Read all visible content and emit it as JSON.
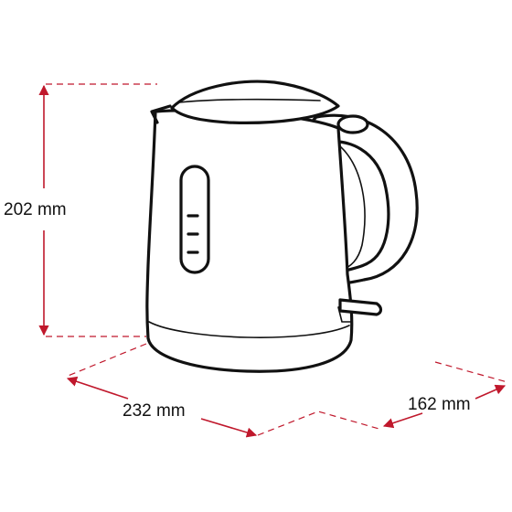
{
  "dimensions": {
    "height": {
      "value": 202,
      "unit": "mm",
      "label": "202 mm"
    },
    "width": {
      "value": 232,
      "unit": "mm",
      "label": "232 mm"
    },
    "depth": {
      "value": 162,
      "unit": "mm",
      "label": "162 mm"
    }
  },
  "colors": {
    "dimension": "#c0182c",
    "outline": "#111111",
    "background": "#ffffff"
  },
  "water_level_marks": 3
}
